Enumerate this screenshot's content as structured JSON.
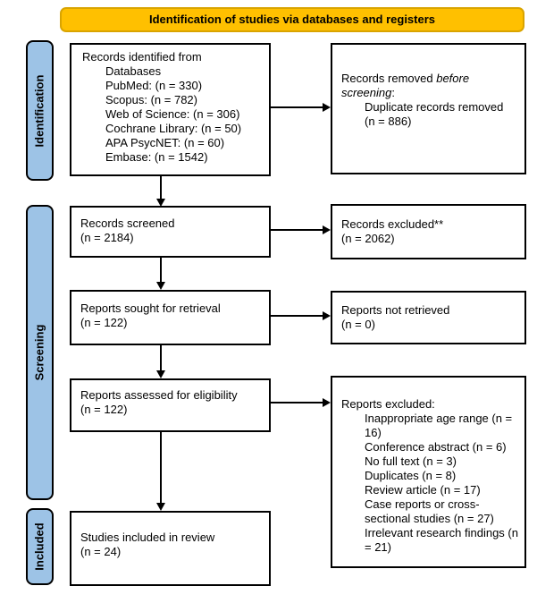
{
  "banner": {
    "label": "Identification of studies via databases and registers"
  },
  "sidebar": {
    "identification": "Identification",
    "screening": "Screening",
    "included": "Included"
  },
  "boxes": {
    "records_identified": {
      "title": "Records identified from",
      "items": [
        "Databases",
        "PubMed: (n = 330)",
        "Scopus: (n = 782)",
        "Web of Science: (n = 306)",
        "Cochrane Library: (n = 50)",
        "APA PsycNET: (n = 60)",
        "Embase: (n = 1542)"
      ]
    },
    "records_removed": {
      "prefix": "Records removed ",
      "italic": "before screening",
      "suffix": ":",
      "items": [
        "Duplicate records removed (n = 886)"
      ]
    },
    "records_screened": {
      "line1": "Records screened",
      "line2": "(n = 2184)"
    },
    "records_excluded": {
      "line1": "Records excluded**",
      "line2": "(n = 2062)"
    },
    "reports_sought": {
      "line1": "Reports sought for retrieval",
      "line2": "(n = 122)"
    },
    "reports_not_retrieved": {
      "line1": "Reports not retrieved",
      "line2": "(n = 0)"
    },
    "reports_assessed": {
      "line1": "Reports assessed for eligibility",
      "line2": "(n = 122)"
    },
    "reports_excluded": {
      "title": "Reports excluded:",
      "items": [
        "Inappropriate age range (n = 16)",
        "Conference abstract (n = 6)",
        "No full text (n = 3)",
        "Duplicates (n = 8)",
        "Review article (n = 17)",
        "Case reports or cross-sectional studies (n = 27)",
        "Irrelevant research findings (n = 21)"
      ]
    },
    "studies_included": {
      "line1": "Studies included in review",
      "line2": "(n = 24)"
    }
  },
  "colors": {
    "banner_fill": "#FFC000",
    "banner_border": "#D9A400",
    "tab_fill": "#9DC3E6",
    "box_border": "#000000"
  }
}
